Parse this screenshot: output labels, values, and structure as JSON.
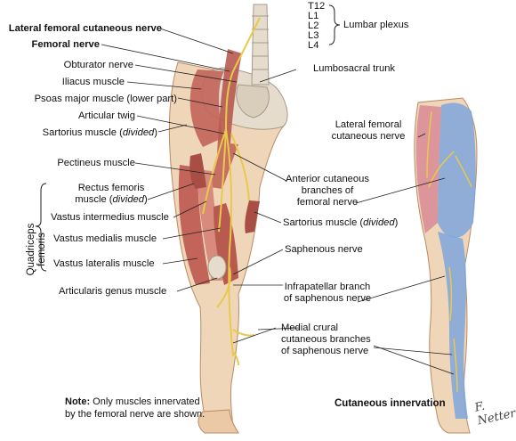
{
  "labels_left": {
    "lat_fem_cut": "Lateral femoral cutaneous nerve",
    "femoral": "Femoral nerve",
    "obturator": "Obturator nerve",
    "iliacus": "Iliacus muscle",
    "psoas": "Psoas major muscle (lower part)",
    "artic_twig": "Articular twig",
    "sartorius_a": "Sartorius muscle (",
    "sartorius_b": "divided",
    "sartorius_c": ")",
    "pectineus": "Pectineus muscle",
    "rectus_1": "Rectus femoris",
    "rectus_2a": "muscle (",
    "rectus_2b": "divided",
    "rectus_2c": ")",
    "vastus_int": "Vastus intermedius muscle",
    "vastus_med": "Vastus medialis muscle",
    "vastus_lat": "Vastus lateralis muscle",
    "artic_genus": "Articularis genus muscle",
    "quadriceps": "Quadriceps femoris"
  },
  "labels_right": {
    "t12": "T12",
    "l1": "L1",
    "l2": "L2",
    "l3": "L3",
    "l4": "L4",
    "lumbar_plexus": "Lumbar plexus",
    "lumbosacral": "Lumbosacral trunk",
    "lat_fem_cut_1": "Lateral femoral",
    "lat_fem_cut_2": "cutaneous nerve",
    "ant_cut_1": "Anterior cutaneous",
    "ant_cut_2": "branches of",
    "ant_cut_3": "femoral nerve",
    "sartorius_a": "Sartorius muscle (",
    "sartorius_b": "divided",
    "sartorius_c": ")",
    "saphenous": "Saphenous nerve",
    "infrapat_1": "Infrapatellar branch",
    "infrapat_2": "of saphenous nerve",
    "medial_1": "Medial crural",
    "medial_2": "cutaneous branches",
    "medial_3": "of saphenous nerve"
  },
  "note": {
    "bold": "Note:",
    "line1": " Only muscles innervated",
    "line2": "by the femoral nerve are shown."
  },
  "caption": "Cutaneous innervation",
  "signature": "F. Netter",
  "colors": {
    "skin": "#f0d6b8",
    "skin_shadow": "#d9b28c",
    "muscle": "#c2645a",
    "nerve": "#e8c94a",
    "bone": "#e6dccd",
    "zone_blue": "#7fa6dc",
    "zone_pink": "#d98a96"
  }
}
